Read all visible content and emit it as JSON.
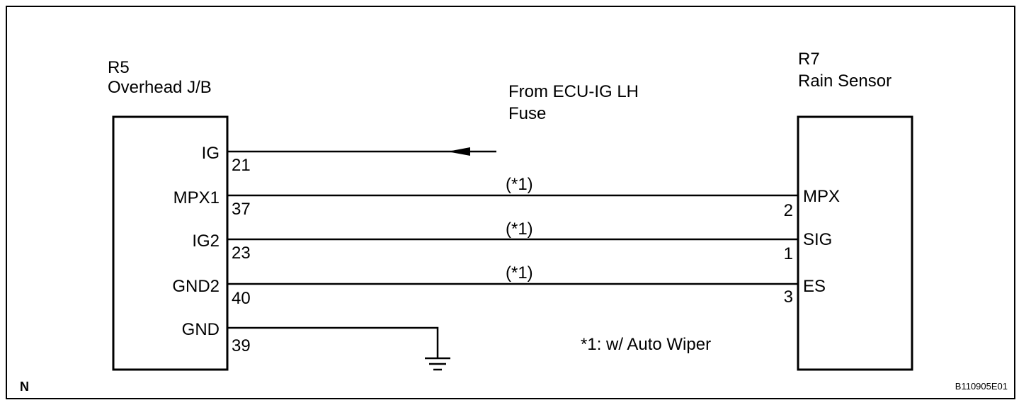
{
  "left_component": {
    "id": "R5",
    "name": "Overhead J/B",
    "pins": [
      {
        "name": "IG",
        "number": "21"
      },
      {
        "name": "MPX1",
        "number": "37"
      },
      {
        "name": "IG2",
        "number": "23"
      },
      {
        "name": "GND2",
        "number": "40"
      },
      {
        "name": "GND",
        "number": "39"
      }
    ]
  },
  "right_component": {
    "id": "R7",
    "name": "Rain Sensor",
    "pins": [
      {
        "name": "MPX",
        "number": "2"
      },
      {
        "name": "SIG",
        "number": "1"
      },
      {
        "name": "ES",
        "number": "3"
      }
    ]
  },
  "power_source": {
    "line1": "From ECU-IG LH",
    "line2": "Fuse"
  },
  "wire_notes": [
    "(*1)",
    "(*1)",
    "(*1)"
  ],
  "footnote": "*1: w/ Auto Wiper",
  "corner_mark": "N",
  "figure_code": "B110905E01"
}
